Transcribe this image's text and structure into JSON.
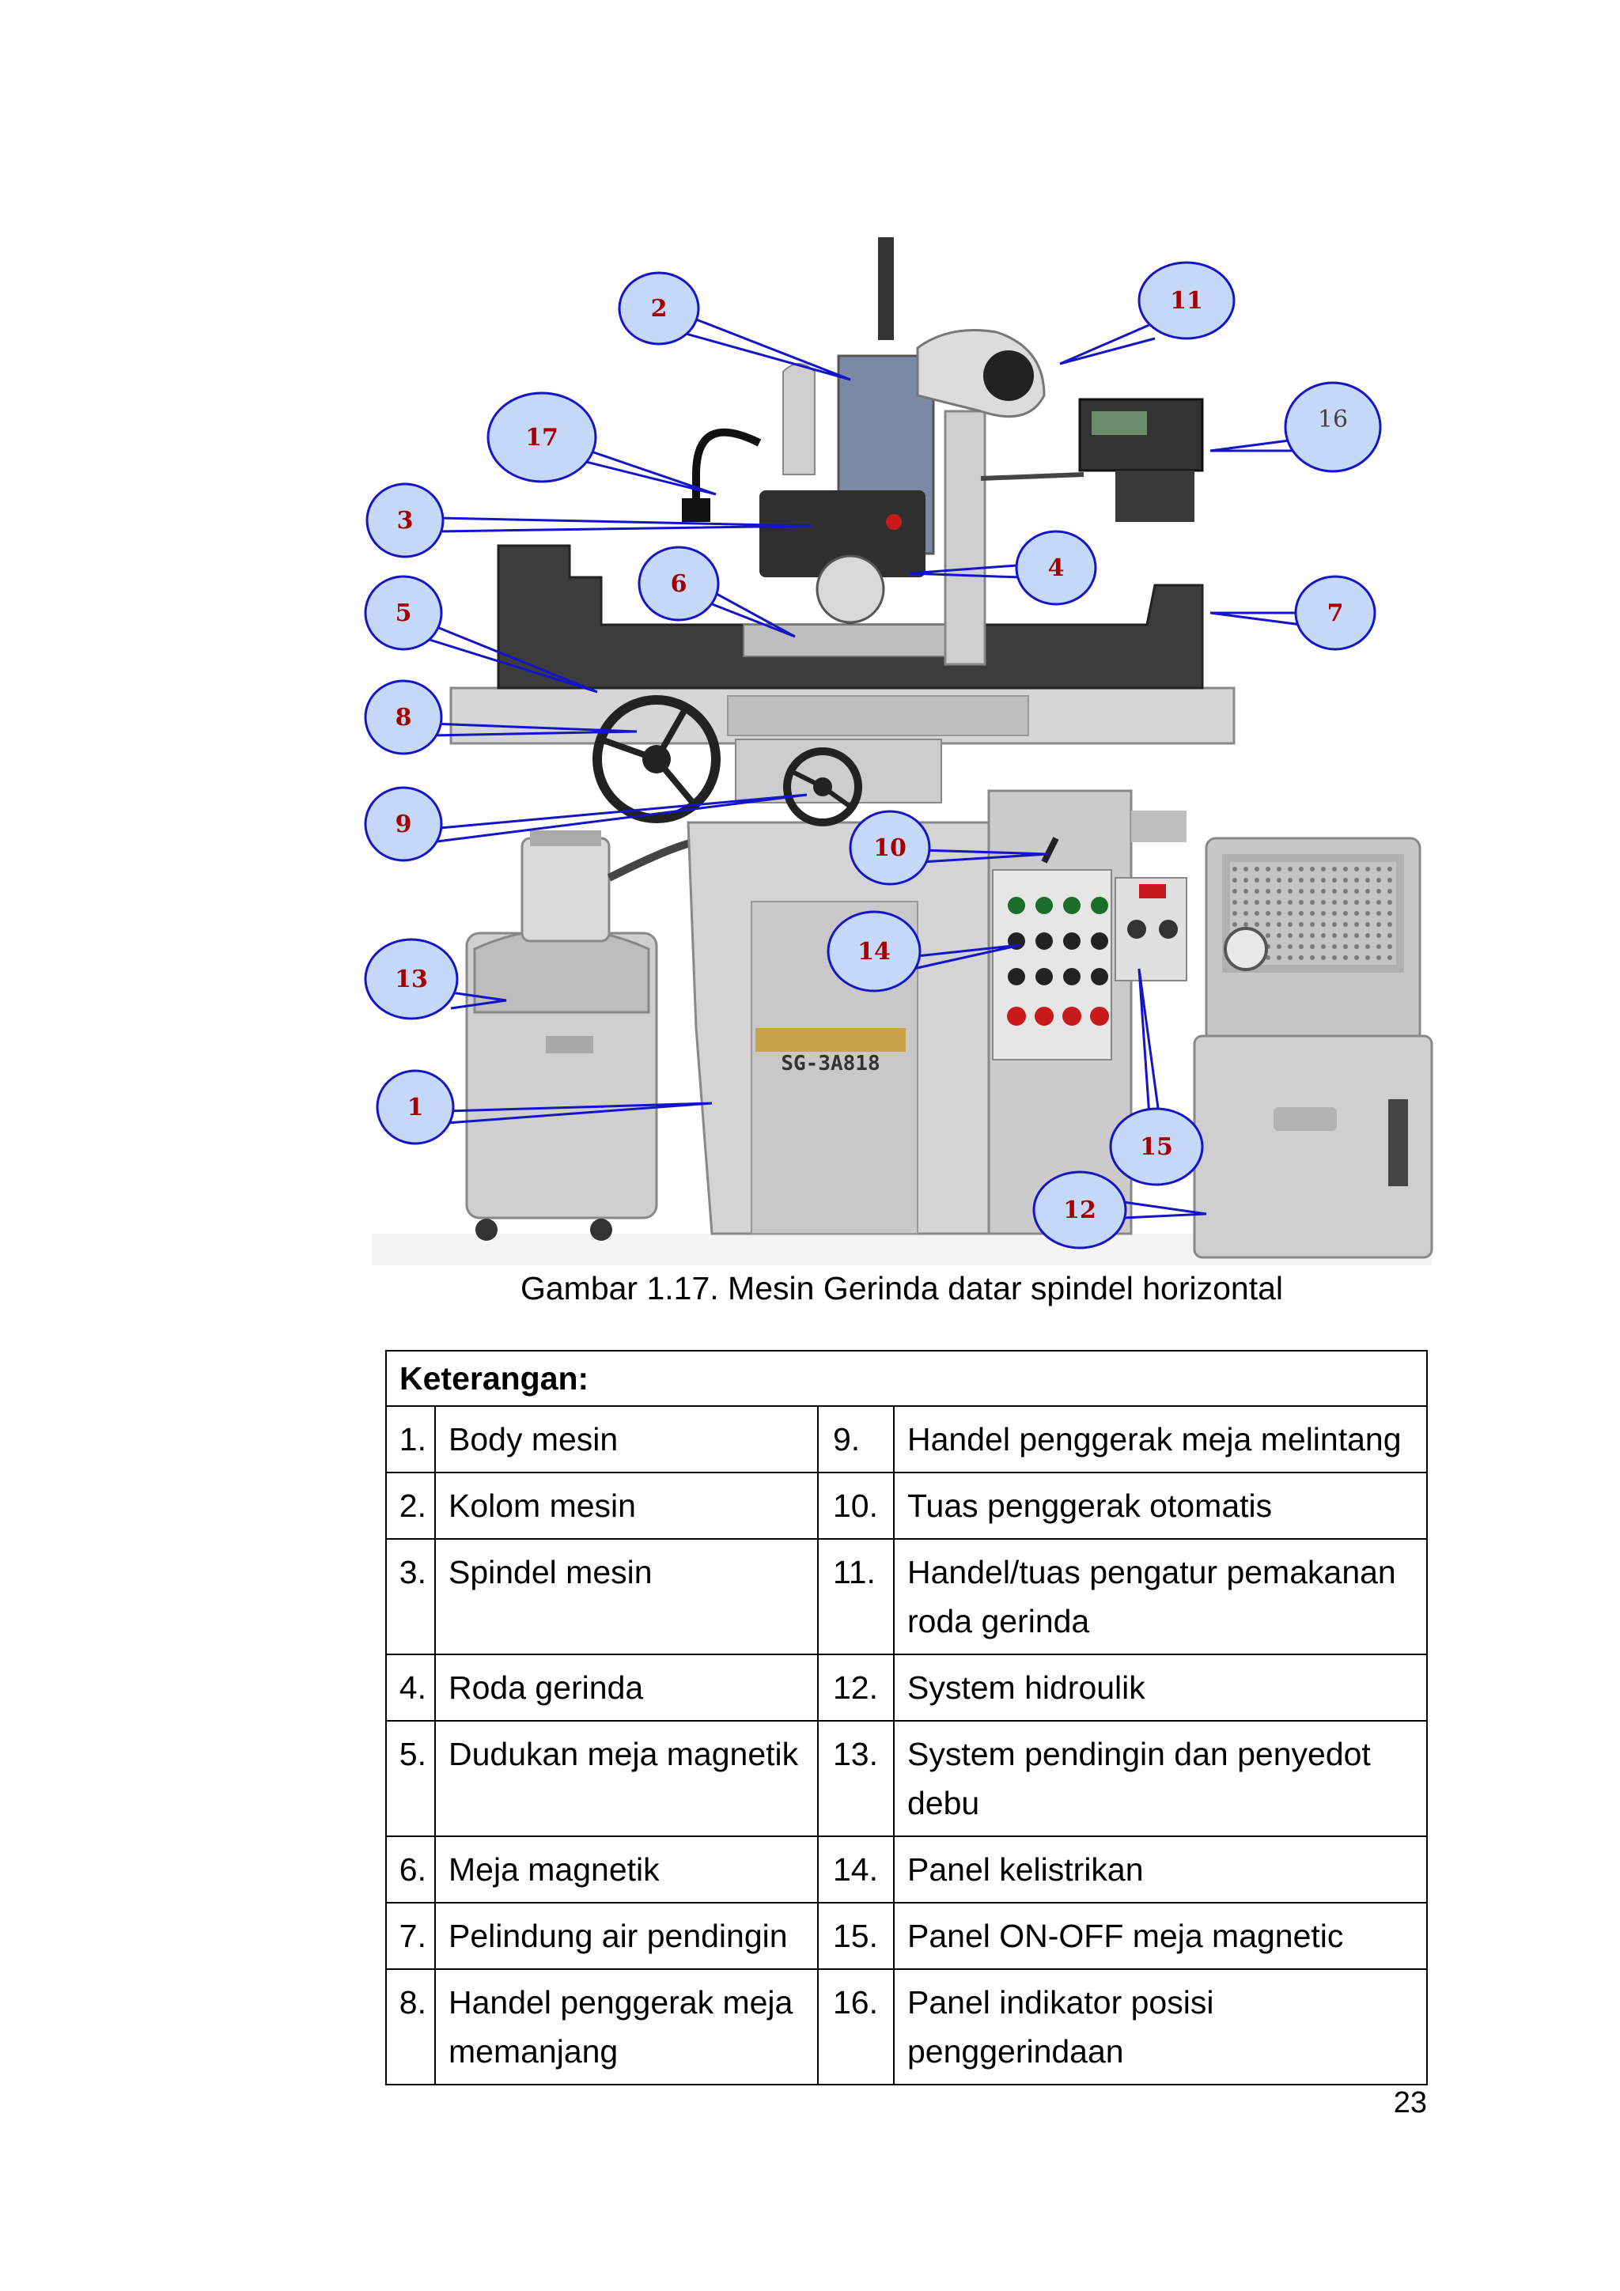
{
  "figure": {
    "callouts": [
      "1",
      "2",
      "3",
      "4",
      "5",
      "6",
      "7",
      "8",
      "9",
      "10",
      "11",
      "12",
      "13",
      "14",
      "15",
      "16",
      "17"
    ],
    "machine_plate": "SG-3A818",
    "caption": "Gambar 1.17. Mesin Gerinda datar spindel horizontal"
  },
  "legend": {
    "header": "Keterangan:",
    "rows": [
      [
        {
          "num": "1.",
          "text": "Body mesin"
        },
        {
          "num": "9.",
          "text": "Handel penggerak meja melintang"
        }
      ],
      [
        {
          "num": "2.",
          "text": "Kolom mesin"
        },
        {
          "num": "10.",
          "text": "Tuas penggerak otomatis"
        }
      ],
      [
        {
          "num": "3.",
          "text": "Spindel mesin"
        },
        {
          "num": "11.",
          "text": "Handel/tuas pengatur pemakanan roda gerinda"
        }
      ],
      [
        {
          "num": "4.",
          "text": "Roda gerinda"
        },
        {
          "num": "12.",
          "text": "System hidroulik"
        }
      ],
      [
        {
          "num": "5.",
          "text": "Dudukan meja magnetik"
        },
        {
          "num": "13.",
          "text": "System pendingin dan penyedot debu"
        }
      ],
      [
        {
          "num": "6.",
          "text": "Meja magnetik"
        },
        {
          "num": "14.",
          "text": "Panel kelistrikan"
        }
      ],
      [
        {
          "num": "7.",
          "text": "Pelindung air pendingin"
        },
        {
          "num": "15.",
          "text": "Panel ON-OFF meja magnetic"
        }
      ],
      [
        {
          "num": "8.",
          "text": "Handel penggerak meja memanjang"
        },
        {
          "num": "16.",
          "text": "Panel indikator posisi penggerindaan"
        }
      ]
    ]
  },
  "page_number": "23",
  "colors": {
    "callout_fill": "#c5d8f8",
    "callout_stroke": "#1414c8",
    "callout_text": "#a50000"
  }
}
